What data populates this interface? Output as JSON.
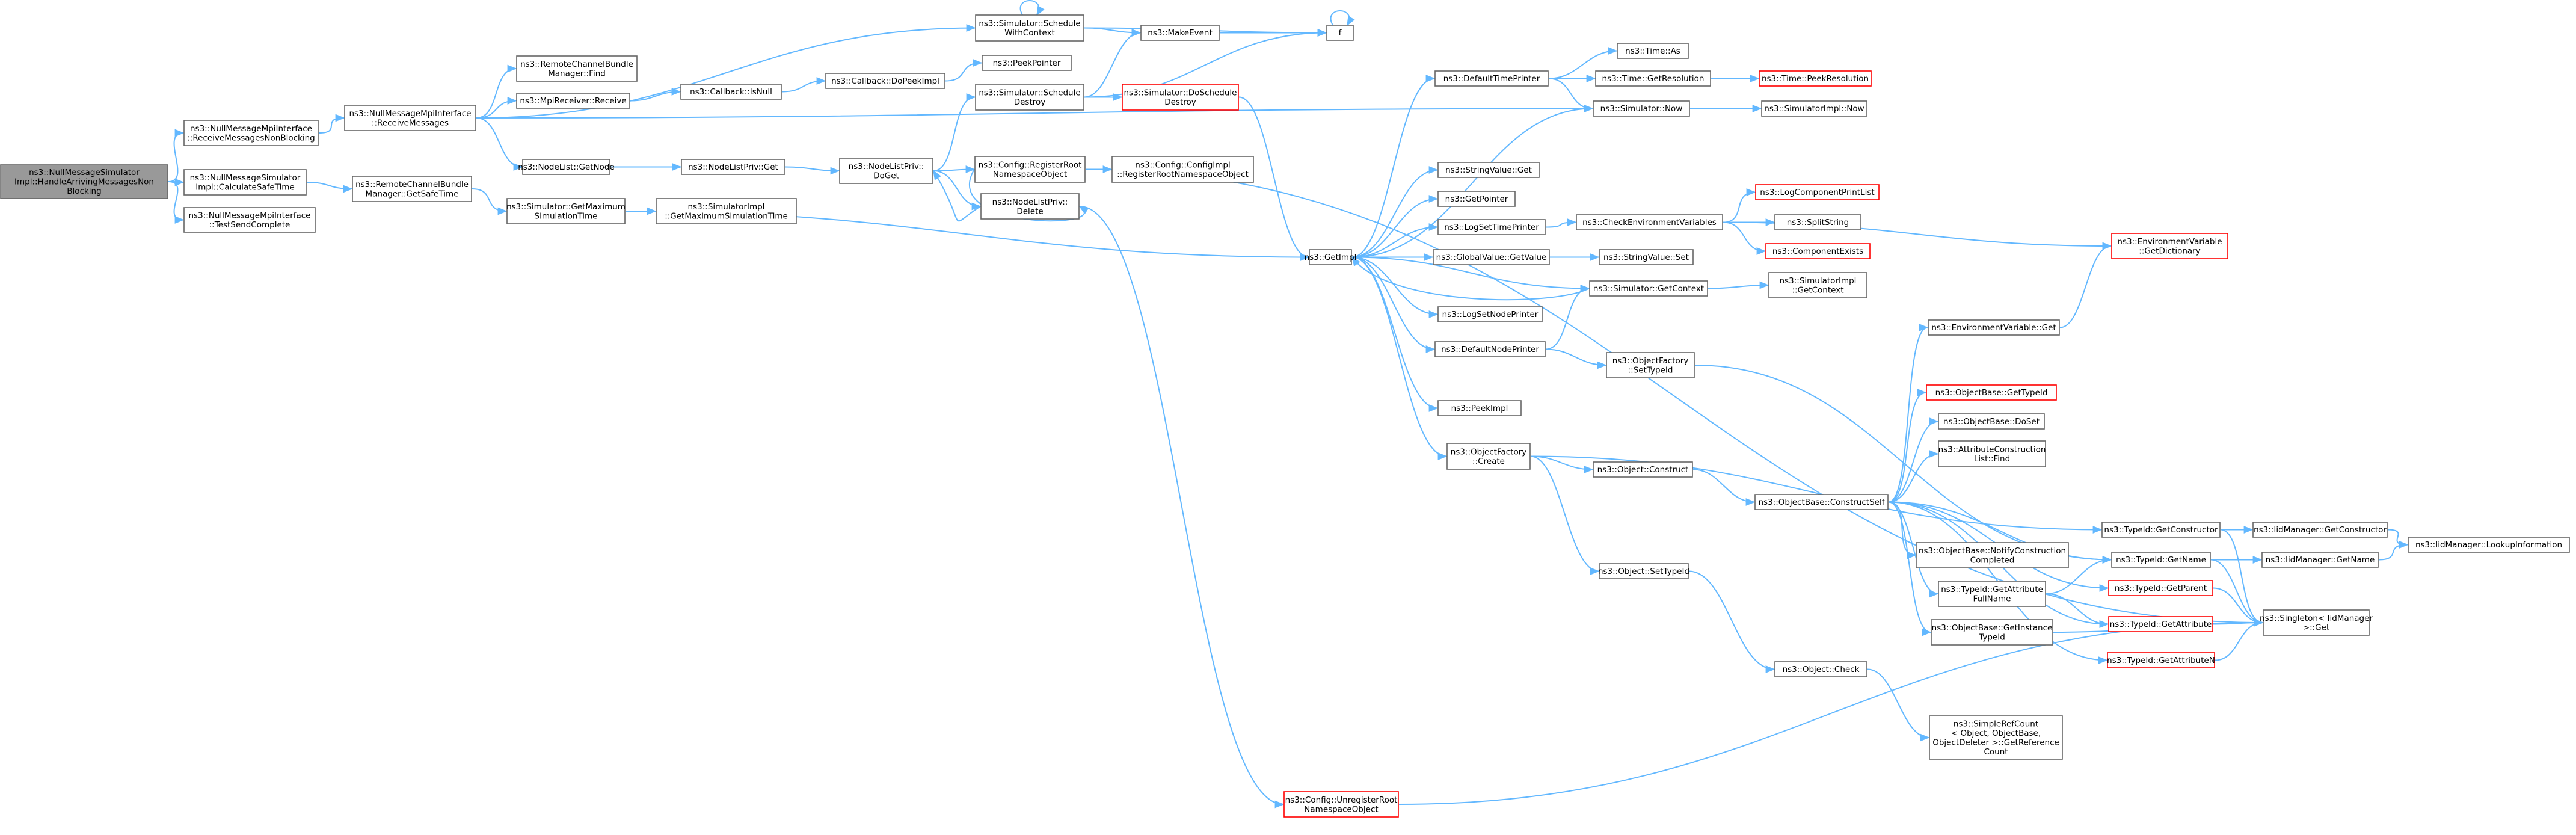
{
  "colors": {
    "edge": "#63b8ff",
    "node_fill": "#ffffff",
    "node_border": "#666666",
    "root_fill": "#999999",
    "root_border": "#666666",
    "incomplete_border": "#ff0000"
  },
  "nodes": [
    {
      "id": "root",
      "lines": [
        "ns3::NullMessageSimulator",
        "Impl::HandleArrivingMessagesNon",
        "Blocking"
      ],
      "kind": "root"
    },
    {
      "id": "n1",
      "lines": [
        "ns3::NullMessageMpiInterface",
        "::ReceiveMessagesNonBlocking"
      ]
    },
    {
      "id": "n2",
      "lines": [
        "ns3::NullMessageSimulator",
        "Impl::CalculateSafeTime"
      ]
    },
    {
      "id": "n3",
      "lines": [
        "ns3::NullMessageMpiInterface",
        "::TestSendComplete"
      ]
    },
    {
      "id": "n4",
      "lines": [
        "ns3::NullMessageMpiInterface",
        "::ReceiveMessages"
      ]
    },
    {
      "id": "n5",
      "lines": [
        "ns3::RemoteChannelBundle",
        "Manager::GetSafeTime"
      ]
    },
    {
      "id": "n6",
      "lines": [
        "ns3::RemoteChannelBundle",
        "Manager::Find"
      ]
    },
    {
      "id": "n7",
      "lines": [
        "ns3::MpiReceiver::Receive"
      ]
    },
    {
      "id": "n8",
      "lines": [
        "ns3::NodeList::GetNode"
      ]
    },
    {
      "id": "n9",
      "lines": [
        "ns3::Simulator::GetMaximum",
        "SimulationTime"
      ]
    },
    {
      "id": "n10",
      "lines": [
        "ns3::Callback::IsNull"
      ]
    },
    {
      "id": "n11",
      "lines": [
        "ns3::NodeListPriv::Get"
      ]
    },
    {
      "id": "n12",
      "lines": [
        "ns3::SimulatorImpl",
        "::GetMaximumSimulationTime"
      ]
    },
    {
      "id": "n13",
      "lines": [
        "ns3::Callback::DoPeekImpl"
      ]
    },
    {
      "id": "n14",
      "lines": [
        "ns3::NodeListPriv::",
        "DoGet"
      ]
    },
    {
      "id": "n15",
      "lines": [
        "ns3::Simulator::Schedule",
        "WithContext"
      ]
    },
    {
      "id": "n16",
      "lines": [
        "ns3::PeekPointer"
      ]
    },
    {
      "id": "n17",
      "lines": [
        "ns3::Simulator::Schedule",
        "Destroy"
      ]
    },
    {
      "id": "n18",
      "lines": [
        "ns3::Config::RegisterRoot",
        "NamespaceObject"
      ]
    },
    {
      "id": "n19",
      "lines": [
        "ns3::NodeListPriv::",
        "Delete"
      ]
    },
    {
      "id": "n20",
      "lines": [
        "ns3::MakeEvent"
      ]
    },
    {
      "id": "n21",
      "lines": [
        "f"
      ]
    },
    {
      "id": "n22",
      "lines": [
        "ns3::Simulator::DoSchedule",
        "Destroy"
      ],
      "kind": "incomplete"
    },
    {
      "id": "n23",
      "lines": [
        "ns3::Config::ConfigImpl",
        "::RegisterRootNamespaceObject"
      ]
    },
    {
      "id": "n24",
      "lines": [
        "ns3::GetImpl"
      ]
    },
    {
      "id": "n25",
      "lines": [
        "ns3::Config::UnregisterRoot",
        "NamespaceObject"
      ],
      "kind": "incomplete"
    },
    {
      "id": "n26",
      "lines": [
        "ns3::DefaultTimePrinter"
      ]
    },
    {
      "id": "n27",
      "lines": [
        "ns3::StringValue::Get"
      ]
    },
    {
      "id": "n28",
      "lines": [
        "ns3::GetPointer"
      ]
    },
    {
      "id": "n29",
      "lines": [
        "ns3::LogSetTimePrinter"
      ]
    },
    {
      "id": "n30",
      "lines": [
        "ns3::GlobalValue::GetValue"
      ]
    },
    {
      "id": "n31",
      "lines": [
        "ns3::LogSetNodePrinter"
      ]
    },
    {
      "id": "n32",
      "lines": [
        "ns3::DefaultNodePrinter"
      ]
    },
    {
      "id": "n33",
      "lines": [
        "ns3::PeekImpl"
      ]
    },
    {
      "id": "n34",
      "lines": [
        "ns3::ObjectFactory",
        "::Create"
      ]
    },
    {
      "id": "n35",
      "lines": [
        "ns3::Time::As"
      ]
    },
    {
      "id": "n36",
      "lines": [
        "ns3::Time::GetResolution"
      ]
    },
    {
      "id": "n37",
      "lines": [
        "ns3::Simulator::Now"
      ]
    },
    {
      "id": "n38",
      "lines": [
        "ns3::CheckEnvironmentVariables"
      ]
    },
    {
      "id": "n39",
      "lines": [
        "ns3::StringValue::Set"
      ]
    },
    {
      "id": "n40",
      "lines": [
        "ns3::Simulator::GetContext"
      ]
    },
    {
      "id": "n41",
      "lines": [
        "ns3::ObjectFactory",
        "::SetTypeId"
      ]
    },
    {
      "id": "n42",
      "lines": [
        "ns3::Object::Construct"
      ]
    },
    {
      "id": "n43",
      "lines": [
        "ns3::Object::SetTypeId"
      ]
    },
    {
      "id": "n44",
      "lines": [
        "ns3::Time::PeekResolution"
      ],
      "kind": "incomplete"
    },
    {
      "id": "n45",
      "lines": [
        "ns3::SimulatorImpl::Now"
      ]
    },
    {
      "id": "n46",
      "lines": [
        "ns3::LogComponentPrintList"
      ],
      "kind": "incomplete"
    },
    {
      "id": "n47",
      "lines": [
        "ns3::SplitString"
      ]
    },
    {
      "id": "n48",
      "lines": [
        "ns3::ComponentExists"
      ],
      "kind": "incomplete"
    },
    {
      "id": "n49",
      "lines": [
        "ns3::SimulatorImpl",
        "::GetContext"
      ]
    },
    {
      "id": "n50",
      "lines": [
        "ns3::ObjectBase::ConstructSelf"
      ]
    },
    {
      "id": "n51",
      "lines": [
        "ns3::Object::Check"
      ]
    },
    {
      "id": "n52",
      "lines": [
        "ns3::EnvironmentVariable::Get"
      ]
    },
    {
      "id": "n53",
      "lines": [
        "ns3::ObjectBase::GetTypeId"
      ],
      "kind": "incomplete"
    },
    {
      "id": "n54",
      "lines": [
        "ns3::ObjectBase::DoSet"
      ]
    },
    {
      "id": "n55",
      "lines": [
        "ns3::AttributeConstruction",
        "List::Find"
      ]
    },
    {
      "id": "n56",
      "lines": [
        "ns3::ObjectBase::NotifyConstruction",
        "Completed"
      ]
    },
    {
      "id": "n57",
      "lines": [
        "ns3::TypeId::GetAttribute",
        "FullName"
      ]
    },
    {
      "id": "n58",
      "lines": [
        "ns3::ObjectBase::GetInstance",
        "TypeId"
      ]
    },
    {
      "id": "n59",
      "lines": [
        "ns3::SimpleRefCount",
        "< Object, ObjectBase,",
        "ObjectDeleter >::GetReference",
        "Count"
      ]
    },
    {
      "id": "n60",
      "lines": [
        "ns3::EnvironmentVariable",
        "::GetDictionary"
      ],
      "kind": "incomplete"
    },
    {
      "id": "n61",
      "lines": [
        "ns3::TypeId::GetConstructor"
      ]
    },
    {
      "id": "n62",
      "lines": [
        "ns3::TypeId::GetName"
      ]
    },
    {
      "id": "n63",
      "lines": [
        "ns3::TypeId::GetParent"
      ],
      "kind": "incomplete"
    },
    {
      "id": "n64",
      "lines": [
        "ns3::TypeId::GetAttribute"
      ],
      "kind": "incomplete"
    },
    {
      "id": "n65",
      "lines": [
        "ns3::TypeId::GetAttributeN"
      ],
      "kind": "incomplete"
    },
    {
      "id": "n66",
      "lines": [
        "ns3::IidManager::GetConstructor"
      ]
    },
    {
      "id": "n67",
      "lines": [
        "ns3::IidManager::GetName"
      ]
    },
    {
      "id": "n68",
      "lines": [
        "ns3::Singleton< IidManager",
        " >::Get"
      ]
    },
    {
      "id": "n69",
      "lines": [
        "ns3::IidManager::LookupInformation"
      ]
    }
  ],
  "edges": [
    [
      "root",
      "n1"
    ],
    [
      "root",
      "n2"
    ],
    [
      "root",
      "n3"
    ],
    [
      "n1",
      "n4"
    ],
    [
      "n2",
      "n5"
    ],
    [
      "n4",
      "n6"
    ],
    [
      "n4",
      "n7"
    ],
    [
      "n4",
      "n8"
    ],
    [
      "n4",
      "n15"
    ],
    [
      "n4",
      "n37"
    ],
    [
      "n5",
      "n9"
    ],
    [
      "n7",
      "n10"
    ],
    [
      "n8",
      "n11"
    ],
    [
      "n9",
      "n12"
    ],
    [
      "n9",
      "n24"
    ],
    [
      "n10",
      "n13"
    ],
    [
      "n11",
      "n14"
    ],
    [
      "n13",
      "n16"
    ],
    [
      "n14",
      "n17"
    ],
    [
      "n14",
      "n18"
    ],
    [
      "n14",
      "n19"
    ],
    [
      "n15",
      "n15"
    ],
    [
      "n15",
      "n20"
    ],
    [
      "n15",
      "n21"
    ],
    [
      "n17",
      "n20"
    ],
    [
      "n17",
      "n21"
    ],
    [
      "n17",
      "n22"
    ],
    [
      "n18",
      "n19"
    ],
    [
      "n18",
      "n23"
    ],
    [
      "n18",
      "n68"
    ],
    [
      "n19",
      "n14"
    ],
    [
      "n19",
      "n25"
    ],
    [
      "n20",
      "n21"
    ],
    [
      "n21",
      "n21"
    ],
    [
      "n22",
      "n24"
    ],
    [
      "n24",
      "n26"
    ],
    [
      "n24",
      "n27"
    ],
    [
      "n24",
      "n28"
    ],
    [
      "n24",
      "n29"
    ],
    [
      "n24",
      "n30"
    ],
    [
      "n24",
      "n31"
    ],
    [
      "n24",
      "n32"
    ],
    [
      "n24",
      "n33"
    ],
    [
      "n24",
      "n34"
    ],
    [
      "n24",
      "n37"
    ],
    [
      "n24",
      "n40"
    ],
    [
      "n25",
      "n68"
    ],
    [
      "n26",
      "n35"
    ],
    [
      "n26",
      "n36"
    ],
    [
      "n26",
      "n37"
    ],
    [
      "n29",
      "n38"
    ],
    [
      "n30",
      "n39"
    ],
    [
      "n32",
      "n40"
    ],
    [
      "n32",
      "n41"
    ],
    [
      "n34",
      "n42"
    ],
    [
      "n34",
      "n43"
    ],
    [
      "n34",
      "n61"
    ],
    [
      "n36",
      "n44"
    ],
    [
      "n37",
      "n45"
    ],
    [
      "n38",
      "n46"
    ],
    [
      "n38",
      "n47"
    ],
    [
      "n38",
      "n48"
    ],
    [
      "n38",
      "n60"
    ],
    [
      "n40",
      "n24"
    ],
    [
      "n40",
      "n49"
    ],
    [
      "n41",
      "n62"
    ],
    [
      "n42",
      "n50"
    ],
    [
      "n43",
      "n51"
    ],
    [
      "n50",
      "n52"
    ],
    [
      "n50",
      "n53"
    ],
    [
      "n50",
      "n54"
    ],
    [
      "n50",
      "n55"
    ],
    [
      "n50",
      "n56"
    ],
    [
      "n50",
      "n57"
    ],
    [
      "n50",
      "n58"
    ],
    [
      "n50",
      "n62"
    ],
    [
      "n50",
      "n63"
    ],
    [
      "n50",
      "n64"
    ],
    [
      "n50",
      "n65"
    ],
    [
      "n51",
      "n59"
    ],
    [
      "n52",
      "n60"
    ],
    [
      "n57",
      "n62"
    ],
    [
      "n57",
      "n64"
    ],
    [
      "n58",
      "n68"
    ],
    [
      "n61",
      "n66"
    ],
    [
      "n61",
      "n68"
    ],
    [
      "n62",
      "n67"
    ],
    [
      "n62",
      "n68"
    ],
    [
      "n63",
      "n68"
    ],
    [
      "n64",
      "n68"
    ],
    [
      "n65",
      "n68"
    ],
    [
      "n66",
      "n69"
    ],
    [
      "n67",
      "n69"
    ]
  ]
}
